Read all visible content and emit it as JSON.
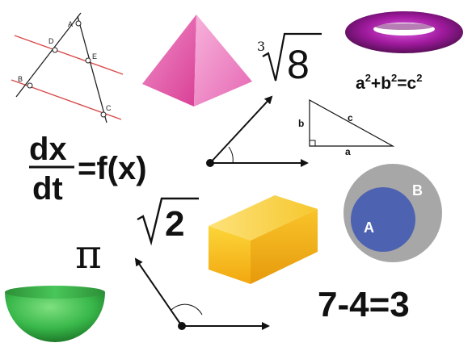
{
  "transversal": {
    "label_a": "A",
    "label_b": "B",
    "label_c": "C",
    "label_d": "D",
    "label_e": "E",
    "line_color": "#d94a4a"
  },
  "pyramid": {
    "color": "#e85aa8"
  },
  "cube_root": {
    "index": "3",
    "radicand": "8"
  },
  "torus": {
    "color": "#a01a9e"
  },
  "pythagoras": {
    "a_term": "a",
    "a_sup": "2",
    "plus": "+",
    "b_term": "b",
    "b_sup": "2",
    "equals": "=",
    "c_term": "c",
    "c_sup": "2"
  },
  "right_triangle": {
    "side_a": "a",
    "side_b": "b",
    "side_c": "c"
  },
  "derivative": {
    "numerator": "dx",
    "denominator": "dt",
    "rhs": "=f(x)"
  },
  "sqrt_two": {
    "radicand": "2"
  },
  "cuboid": {
    "color": "#f6c11d"
  },
  "venn": {
    "outer_label": "B",
    "inner_label": "A",
    "outer_color": "#a7a7a7",
    "inner_color": "#4e62b2"
  },
  "pi": {
    "symbol": "π"
  },
  "bowl": {
    "color": "#39b84a"
  },
  "subtraction": {
    "equation": "7-4=3"
  }
}
